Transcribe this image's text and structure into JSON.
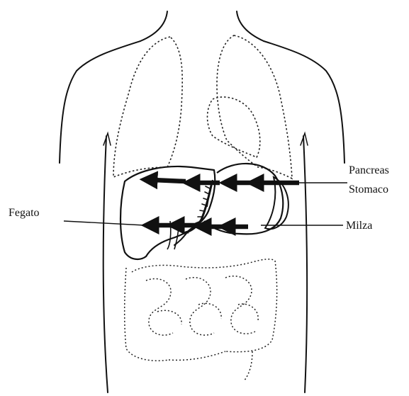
{
  "labels": {
    "pancreas": "Pancreas",
    "stomach": "Stomaco",
    "liver": "Fegato",
    "spleen": "Milza"
  },
  "colors": {
    "ink": "#111111",
    "background": "#ffffff"
  }
}
